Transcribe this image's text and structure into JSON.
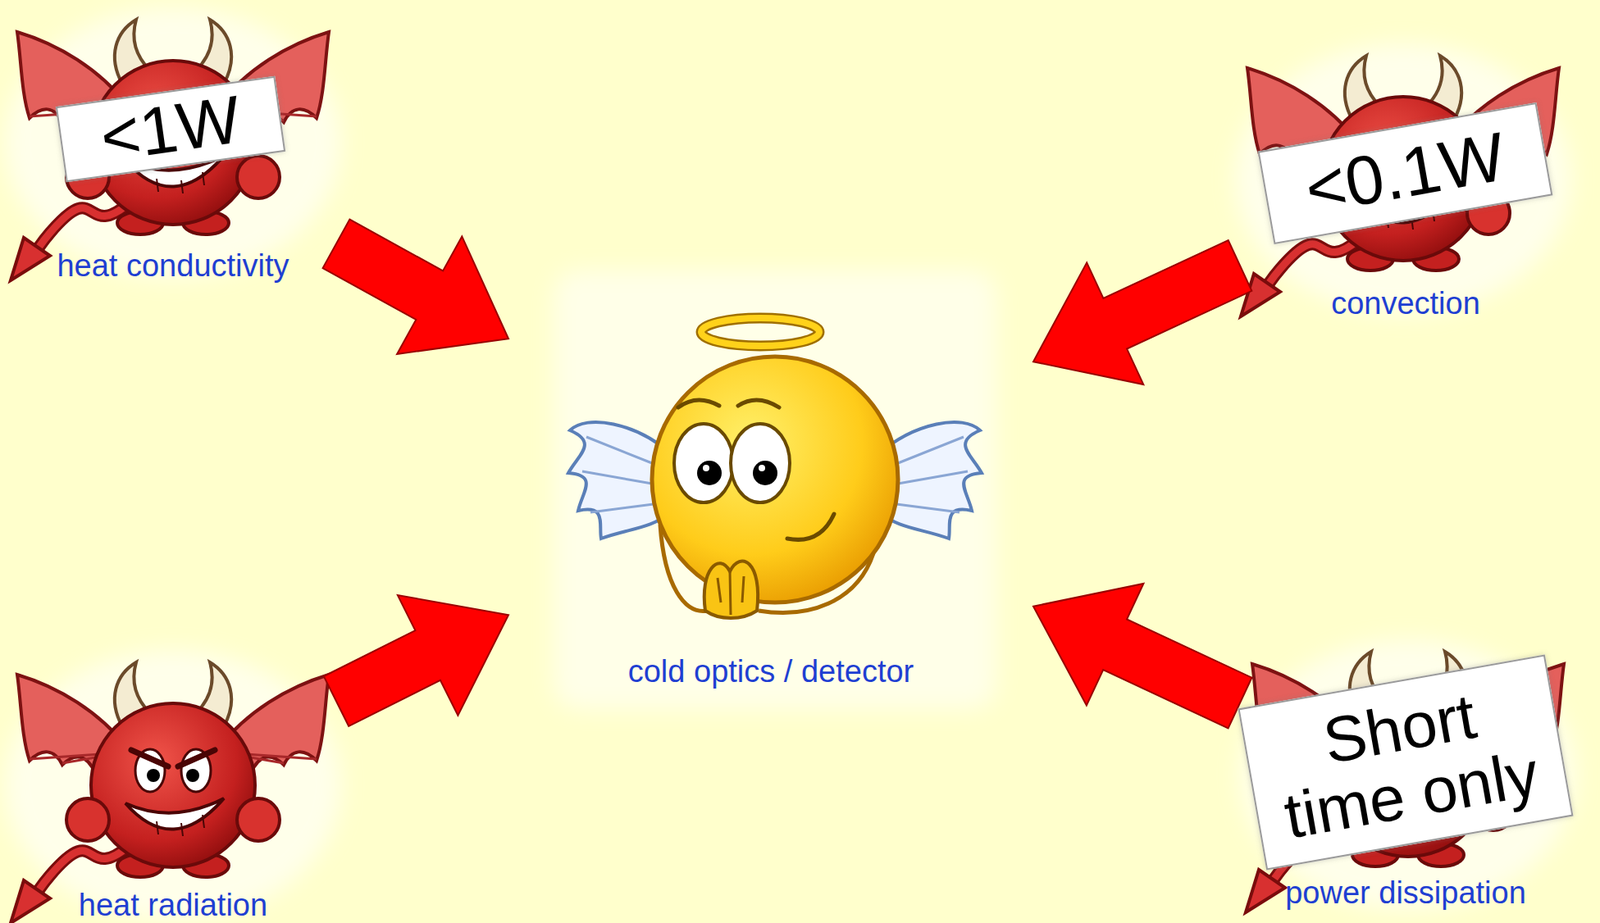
{
  "diagram": {
    "nodes": [
      {
        "text": [
          "heat conductivity"
        ]
      },
      {
        "text": [
          "<1W"
        ],
        "in": 0
      },
      {
        "text": [
          "convection"
        ]
      },
      {
        "text": [
          "<0.1W"
        ],
        "in": 2
      },
      {
        "text": [
          "cold optics / detector"
        ]
      },
      {
        "text": [
          "heat radiation"
        ]
      },
      {
        "text": [
          "power dissipation"
        ]
      },
      {
        "text": [
          "Short time only"
        ],
        "in": 6
      }
    ],
    "edges": [
      {
        "from": 0,
        "to": 4,
        "arrow": "to"
      },
      {
        "from": 2,
        "to": 4,
        "arrow": "to"
      },
      {
        "from": 5,
        "to": 4,
        "arrow": "to"
      },
      {
        "from": 6,
        "to": 4,
        "arrow": "to"
      }
    ]
  }
}
